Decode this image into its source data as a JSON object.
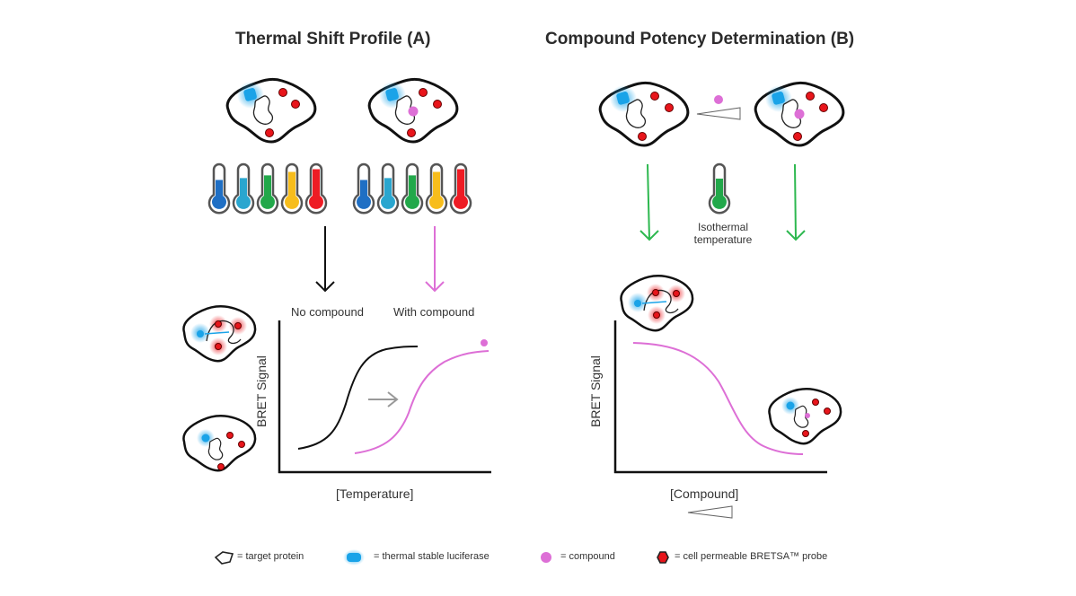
{
  "panels": {
    "a": {
      "title": "Thermal Shift Profile (A)",
      "labels": {
        "no_compound": "No compound",
        "with_compound": "With compound"
      },
      "chart": {
        "ylabel": "BRET Signal",
        "xlabel": "[Temperature]"
      },
      "thermometer_colors": [
        "#1f6fc4",
        "#2aa6cf",
        "#22a84a",
        "#f7bd1c",
        "#ee1c24"
      ]
    },
    "b": {
      "title": "Compound Potency Determination (B)",
      "isothermal_label_line1": "Isothermal",
      "isothermal_label_line2": "temperature",
      "chart": {
        "ylabel": "BRET Signal",
        "xlabel": "[Compound]"
      },
      "thermometer_color": "#22a84a"
    }
  },
  "legend": {
    "items": [
      {
        "icon": "target-protein-icon",
        "label": "= target protein"
      },
      {
        "icon": "luciferase-icon",
        "label": "= thermal stable luciferase"
      },
      {
        "icon": "compound-icon",
        "label": "= compound"
      },
      {
        "icon": "bretsa-probe-icon",
        "label": "= cell permeable BRETSA™ probe"
      }
    ]
  },
  "colors": {
    "compound": "#dd6fd6",
    "luciferase": "#1aa3e8",
    "probe": "#e8151b",
    "arrow_green": "#2db84f",
    "arrow_pink": "#dd6fd6",
    "outline": "#111111"
  }
}
